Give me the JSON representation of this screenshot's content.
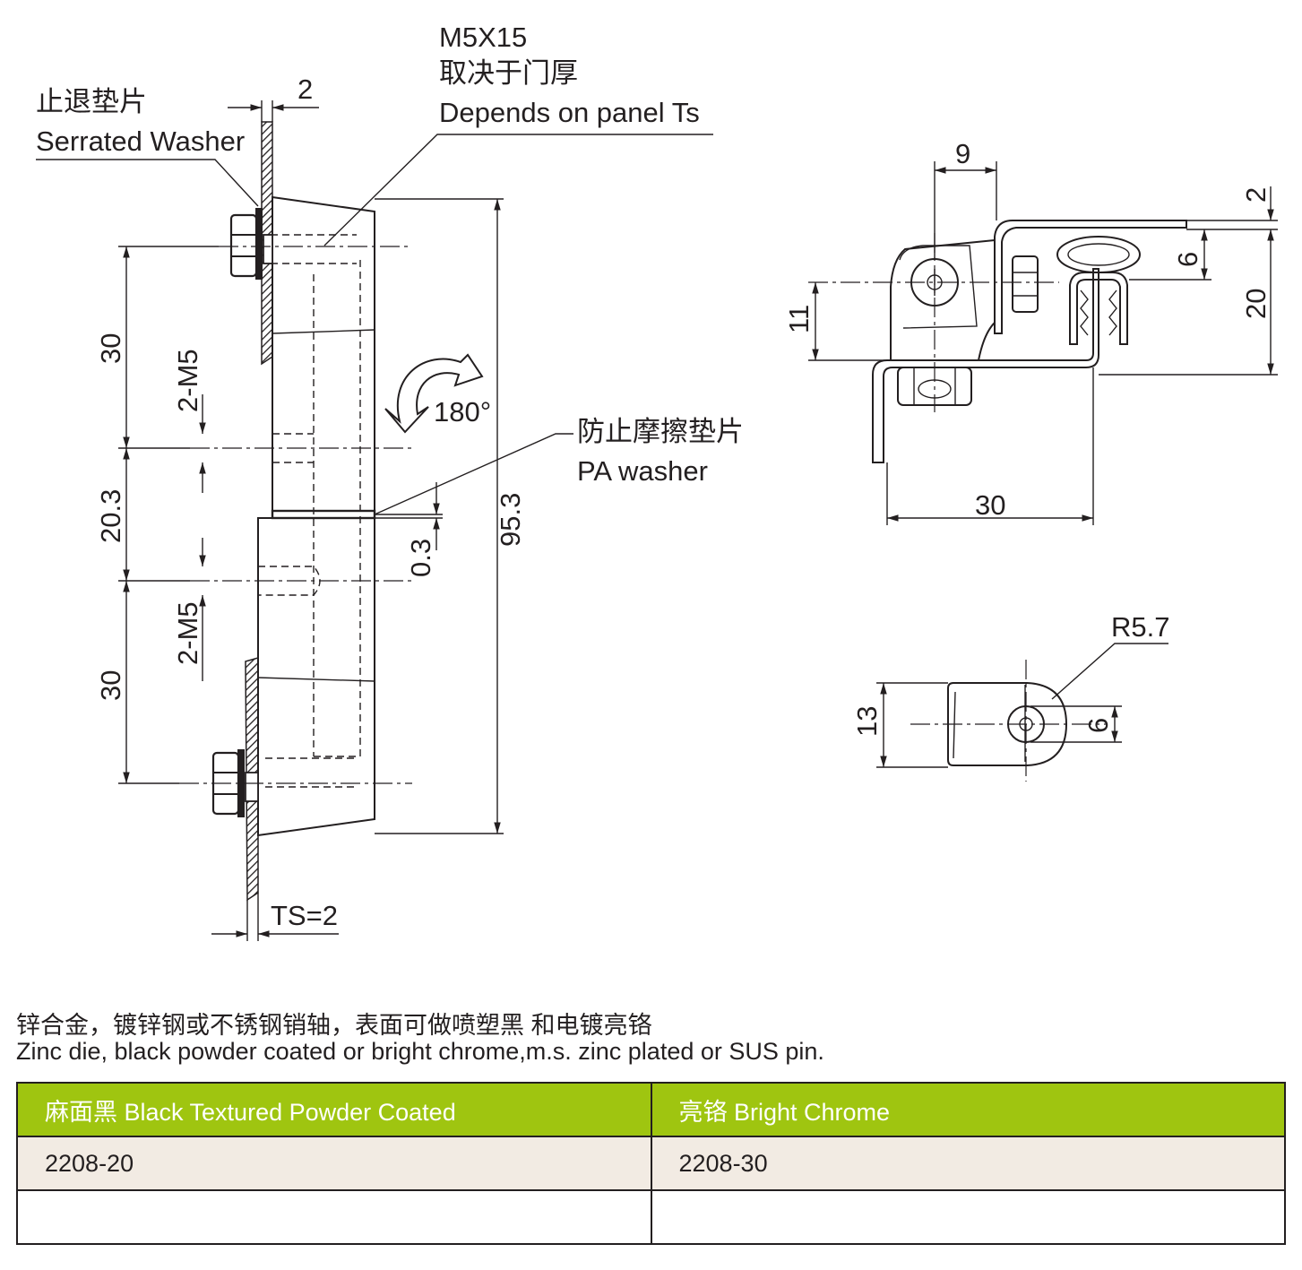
{
  "labels": {
    "serrated_washer_zh": "止退垫片",
    "serrated_washer_en": "Serrated Washer",
    "screw_spec": "M5X15",
    "screw_note_zh": "取决于门厚",
    "screw_note_en": "Depends on panel Ts",
    "pa_washer_zh": "防止摩擦垫片",
    "pa_washer_en": "PA washer",
    "rotation": "180°",
    "thickness": "TS=2"
  },
  "dimensions": {
    "front": {
      "washer_gap": "2",
      "upper_spacing": "30",
      "middle_spacing": "20.3",
      "lower_spacing": "30",
      "upper_thread": "2-M5",
      "lower_thread": "2-M5",
      "clearance": "0.3",
      "overall_height": "95.3"
    },
    "side": {
      "top_offset": "9",
      "flange_thickness": "2",
      "bracket_offset": "6",
      "height": "20",
      "pivot_height": "11",
      "width": "30"
    },
    "knuckle": {
      "radius": "R5.7",
      "height": "13",
      "hole": "6"
    }
  },
  "description": {
    "zh": "锌合金，镀锌钢或不锈钢销轴，表面可做喷塑黑 和电镀亮铬",
    "en": "Zinc die, black powder coated or bright chrome,m.s. zinc plated or SUS pin."
  },
  "table": {
    "headers": [
      "麻面黑 Black Textured  Powder Coated",
      "亮铬  Bright Chrome"
    ],
    "rows": [
      [
        "2208-20",
        "2208-30"
      ],
      [
        "",
        ""
      ]
    ]
  },
  "colors": {
    "header_green": "#9fc510",
    "row_beige": "#f2ebe3",
    "line": "#231f20"
  }
}
